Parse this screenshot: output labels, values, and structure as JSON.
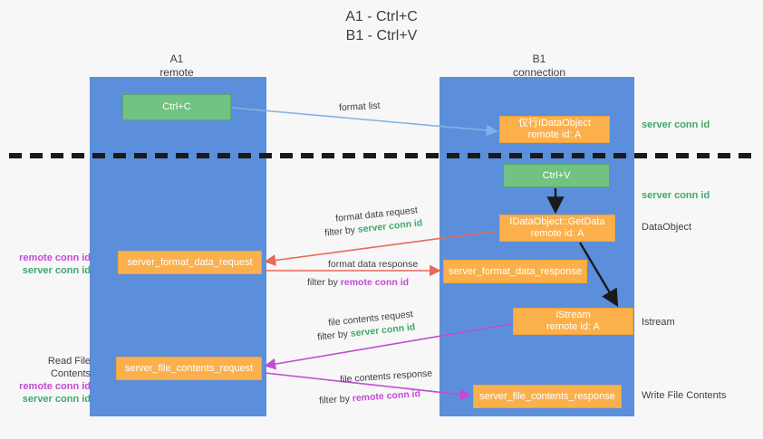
{
  "title": {
    "line1": "A1 - Ctrl+C",
    "line2": "B1 - Ctrl+V"
  },
  "lanes": [
    {
      "name": "A1",
      "subtitle": "remote",
      "color": "#5b8fdb"
    },
    {
      "name": "B1",
      "subtitle": "connection",
      "color": "#5b8fdb"
    }
  ],
  "colors": {
    "lane": "#5b8fdb",
    "green_node": "#72c282",
    "orange_node": "#fbb04c",
    "server_conn_id": "#3ea96b",
    "remote_conn_id": "#c24bd4",
    "arrow_blue": "#7fb3e8",
    "arrow_red": "#e8685a",
    "arrow_magenta": "#c24bd4",
    "arrow_dark": "#1a1a1a",
    "background": "#f7f7f7"
  },
  "nodes": {
    "ctrl_c": {
      "label": "Ctrl+C",
      "kind": "green"
    },
    "idataobject": {
      "line1": "仅行IDataObject",
      "line2": "remote id: A",
      "kind": "orange"
    },
    "ctrl_v": {
      "label": "Ctrl+V",
      "kind": "green"
    },
    "getdata": {
      "line1": "IDataObject::GetData",
      "line2": "remote id: A",
      "kind": "orange"
    },
    "istream": {
      "line1": "IStream",
      "line2": "remote id: A",
      "kind": "orange"
    },
    "format_data_request": {
      "label": "server_format_data_request",
      "kind": "orange"
    },
    "format_data_response": {
      "label": "server_format_data_response",
      "kind": "orange"
    },
    "file_contents_request": {
      "label": "server_file_contents_request",
      "kind": "orange"
    },
    "file_contents_response": {
      "label": "server_file_contents_response",
      "kind": "orange"
    }
  },
  "edge_labels": {
    "format_list": "format list",
    "format_data_request": "format data request",
    "format_data_request_filter_prefix": "filter by ",
    "format_data_request_filter_value": "server conn id",
    "format_data_response": "format data response",
    "format_data_response_filter_prefix": "filter by ",
    "format_data_response_filter_value": "remote conn id",
    "file_contents_request": "file contents request",
    "file_contents_request_filter_prefix": "filter by ",
    "file_contents_request_filter_value": "server conn id",
    "file_contents_response": "file contents response",
    "file_contents_response_filter_prefix": "filter by ",
    "file_contents_response_filter_value": "remote conn id"
  },
  "right_labels": [
    {
      "text": "server conn id",
      "color": "#3ea96b"
    },
    {
      "text": "server conn id",
      "color": "#3ea96b"
    },
    {
      "text": "DataObject",
      "color": "#3c4043"
    },
    {
      "text": "Istream",
      "color": "#3c4043"
    },
    {
      "text": "Write File Contents",
      "color": "#3c4043"
    }
  ],
  "left_labels": {
    "group1": {
      "remote": "remote conn id",
      "server": "server conn id"
    },
    "group2": {
      "heading": "Read File Contents",
      "remote": "remote conn id",
      "server": "server conn id"
    }
  }
}
